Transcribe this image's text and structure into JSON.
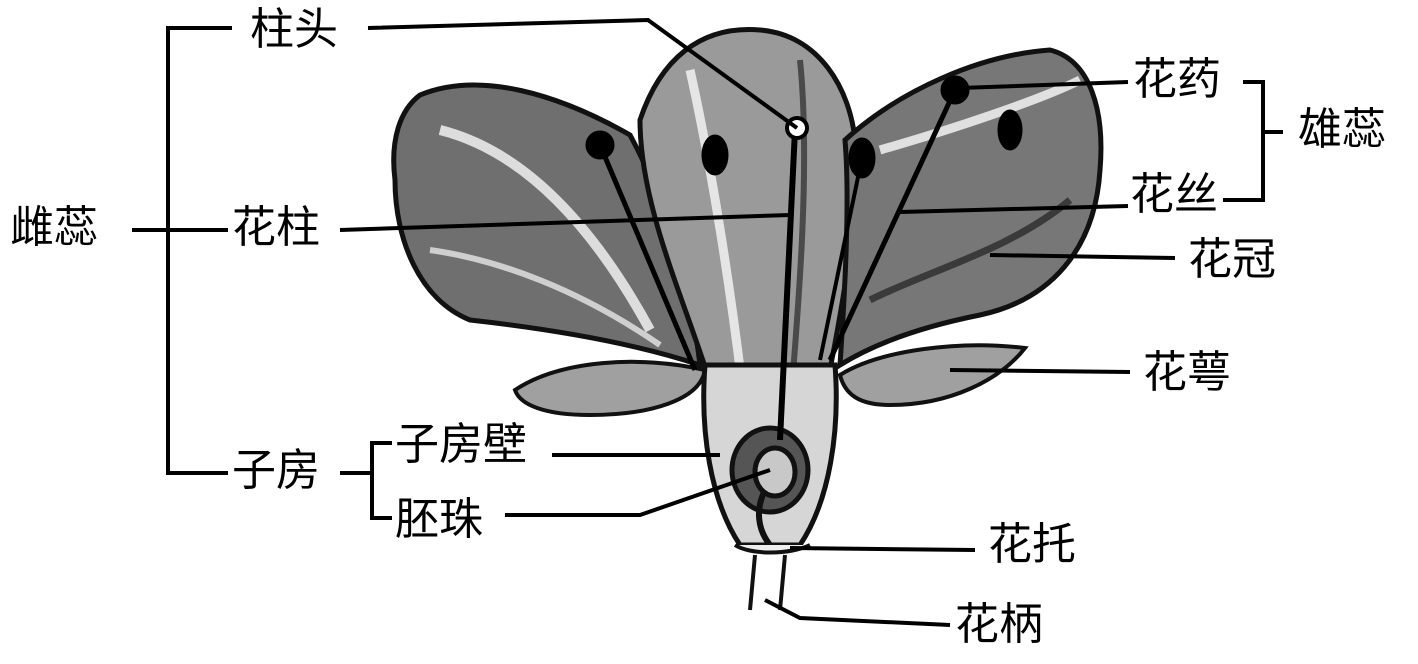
{
  "labels": {
    "pistil": "雌蕊",
    "stigma": "柱头",
    "style": "花柱",
    "ovary": "子房",
    "ovary_wall": "子房壁",
    "ovule": "胚珠",
    "stamen": "雄蕊",
    "anther": "花药",
    "filament": "花丝",
    "corolla": "花冠",
    "sepal": "花萼",
    "receptacle": "花托",
    "pedicel": "花柄"
  }
}
